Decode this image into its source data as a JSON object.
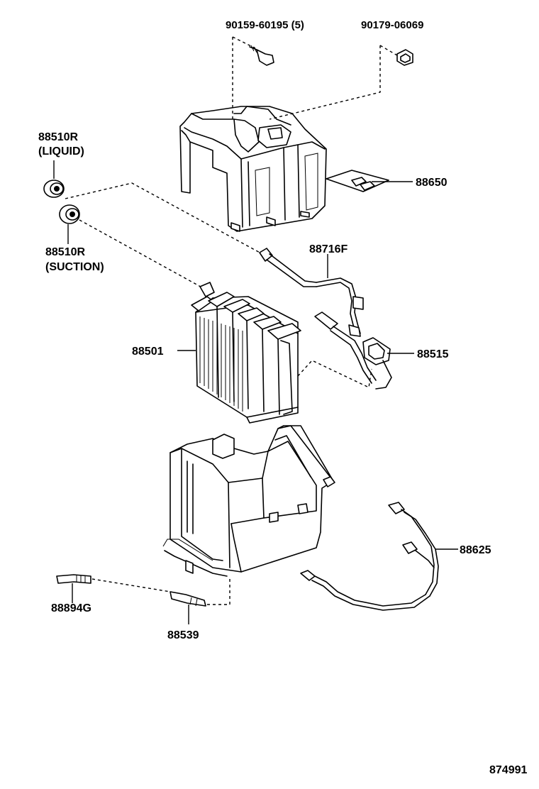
{
  "diagram_code": "874991",
  "callouts": {
    "bolt_top": "90159-60195 (5)",
    "nut_top": "90179-06069",
    "plug_liquid_number": "88510R",
    "plug_liquid_note": "(LIQUID)",
    "plug_suction_number": "88510R",
    "plug_suction_note": "(SUCTION)",
    "bracket": "88650",
    "tube_sensor": "88716F",
    "evaporator": "88501",
    "thermistor": "88515",
    "wire_harness": "88625",
    "drain_hose": "88894G",
    "drain_joint": "88539"
  }
}
